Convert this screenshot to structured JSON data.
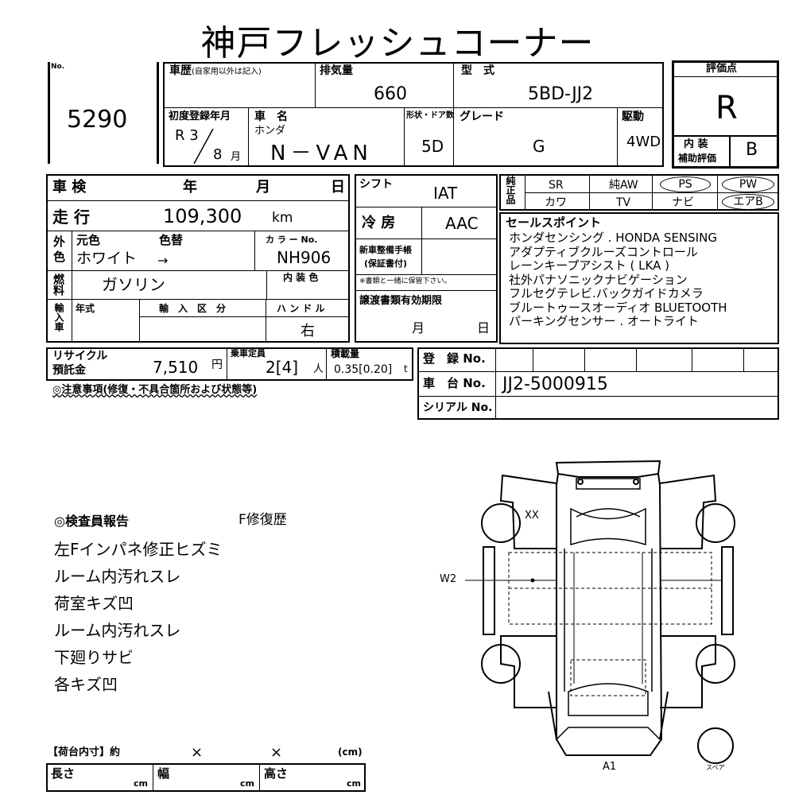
{
  "title": "神戸フレッシュコーナー",
  "lot": {
    "label": "No.",
    "value": "5290"
  },
  "history": {
    "label": "車歴",
    "note": "(自家用以外は記入)"
  },
  "displacement": {
    "label": "排気量",
    "value": "660"
  },
  "model": {
    "label": "型　式",
    "value": "5BD-JJ2"
  },
  "rating": {
    "label": "評価点",
    "value": "R",
    "interior_label_1": "内 装",
    "interior_label_2": "補助評価",
    "interior_value": "B"
  },
  "first_reg": {
    "label": "初度登録年月",
    "era_year": "R 3",
    "month": "8",
    "month_unit": "月"
  },
  "car_name": {
    "label": "車　名",
    "maker": "ホンダ",
    "value": "N－VAN"
  },
  "doors": {
    "label": "形状・ドア数",
    "value": "5D"
  },
  "grade": {
    "label": "グレード",
    "value": "G"
  },
  "drive": {
    "label": "駆動",
    "value": "4WD"
  },
  "inspection": {
    "label": "車 検",
    "year": "年",
    "month": "月",
    "day": "日"
  },
  "mileage": {
    "label": "走 行",
    "value": "109,300",
    "unit": "km"
  },
  "color": {
    "label_v": "外色",
    "original_label": "元色",
    "change_label": "色替",
    "value": "ホワイト",
    "arrow": "→",
    "code_label": "カ ラ ー No.",
    "code": "NH906"
  },
  "fuel": {
    "label_v": "燃料",
    "value": "ガソリン",
    "interior_color_label": "内 装 色"
  },
  "import": {
    "label_v": "輸入車",
    "year_label": "年式",
    "division_label": "輸　入　区　分",
    "handle_label": "ハ ン ド ル",
    "handle_value": "右"
  },
  "shift": {
    "label": "シフト",
    "value": "IAT"
  },
  "ac": {
    "label": "冷 房",
    "value": "AAC"
  },
  "new_car_manual": {
    "label_1": "新車整備手帳",
    "label_2": "(保証書付)",
    "note": "※書類と一緒に保管下さい。"
  },
  "transfer": {
    "label": "譲渡書類有効期限",
    "month": "月",
    "day": "日"
  },
  "equipment": {
    "label_v": "純正品",
    "row1": [
      "SR",
      "純AW",
      "PS",
      "PW"
    ],
    "row2": [
      "カワ",
      "TV",
      "ナビ",
      "エアB"
    ],
    "circled": [
      "PS",
      "PW",
      "エアB"
    ]
  },
  "sales_points": {
    "label": "セールスポイント",
    "lines": [
      "ホンダセンシング . HONDA SENSING",
      "アダプティブクルーズコントロール",
      "レーンキープアシスト ( LKA )",
      "社外パナソニックナビゲーション",
      "フルセグテレビ.バックガイドカメラ",
      "ブルートゥースオーディオ BLUETOOTH",
      "パーキングセンサー . オートライト"
    ]
  },
  "recycle": {
    "label_1": "リサイクル",
    "label_2": "預託金",
    "value": "7,510",
    "unit": "円"
  },
  "capacity": {
    "label": "乗車定員",
    "value": "2[4]",
    "unit": "人"
  },
  "load": {
    "label": "積載量",
    "value": "0.35[0.20]",
    "unit": "t"
  },
  "registration": {
    "label": "登　録 No.",
    "chassis_label": "車　台 No.",
    "chassis_value": "JJ2-5000915",
    "serial_label": "シリアル No."
  },
  "caution": {
    "label": "◎注意事項(修復・不具合箇所および状態等)"
  },
  "inspector": {
    "label": "◎検査員報告",
    "f_history": "F修復歴",
    "items": [
      "左Fインパネ修正ヒズミ",
      "ルーム内汚れスレ",
      "荷室キズ凹",
      "ルーム内汚れスレ",
      "下廻りサビ",
      "各キズ凹"
    ]
  },
  "diagram": {
    "mark_xx": "XX",
    "mark_w2": "W2",
    "mark_a1": "A1",
    "spare": "スペア"
  },
  "cargo": {
    "label": "【荷台内寸】約",
    "x1": "×",
    "x2": "×",
    "unit": "(cm)",
    "length_label": "長さ",
    "width_label": "幅",
    "height_label": "高さ",
    "cm": "cm"
  }
}
